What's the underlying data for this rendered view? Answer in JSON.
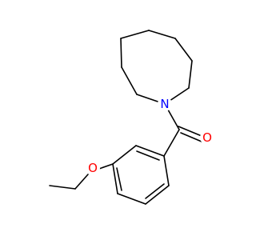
{
  "molecule": {
    "atoms": {
      "nitrogen": {
        "symbol": "N",
        "color": "#0000ff"
      },
      "carbonyl_oxygen": {
        "symbol": "O",
        "color": "#ff0000"
      },
      "ether_oxygen": {
        "symbol": "O",
        "color": "#ff0000"
      }
    },
    "bond_color": "#000000"
  }
}
